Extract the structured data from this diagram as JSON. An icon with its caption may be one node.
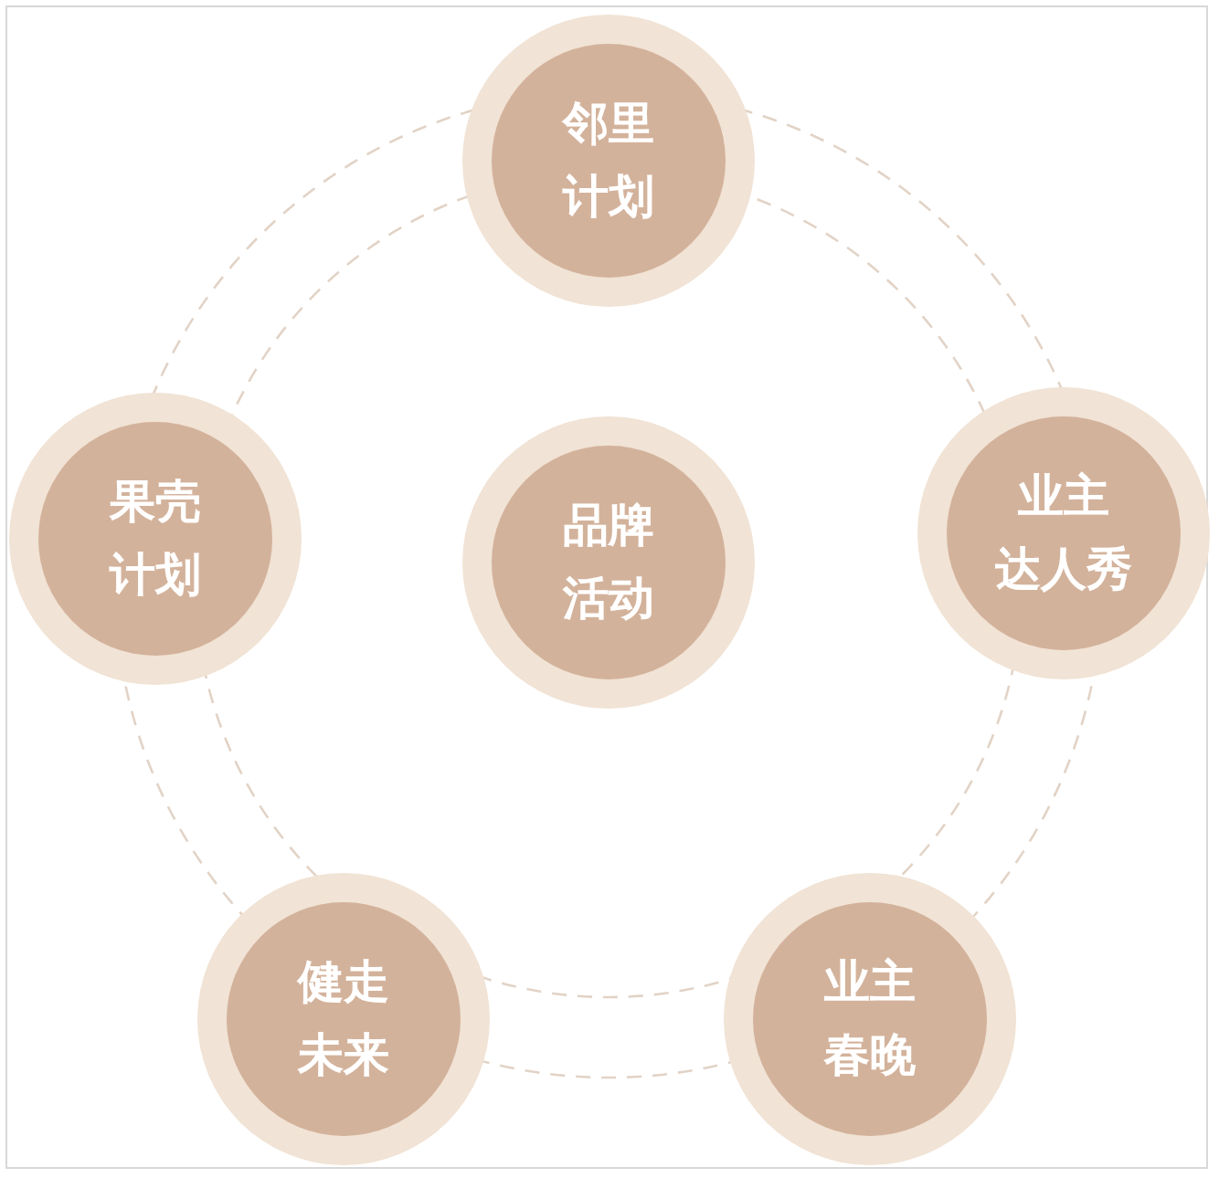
{
  "diagram": {
    "nodes": [
      {
        "text": [
          "邻里计划"
        ]
      },
      {
        "text": [
          "果壳计划"
        ]
      },
      {
        "text": [
          "品牌活动"
        ]
      },
      {
        "text": [
          "业主达人秀"
        ]
      },
      {
        "text": [
          "健走未来"
        ]
      },
      {
        "text": [
          "业主春晚"
        ]
      }
    ]
  }
}
